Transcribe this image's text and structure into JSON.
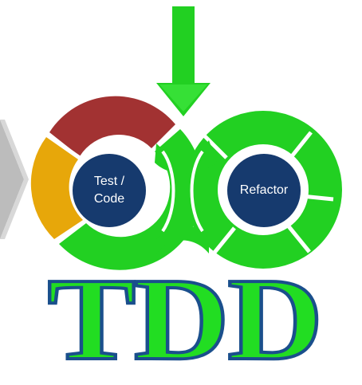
{
  "diagram": {
    "left_cycle_label": "Test /\nCode",
    "right_cycle_label": "Refactor",
    "title": "TDD"
  },
  "colors": {
    "green": "#22d022",
    "dark_red": "#a23232",
    "amber": "#e7a70a",
    "navy": "#163a6e",
    "gray": "#bcbcbc",
    "title_outline": "#1a4f8c"
  }
}
